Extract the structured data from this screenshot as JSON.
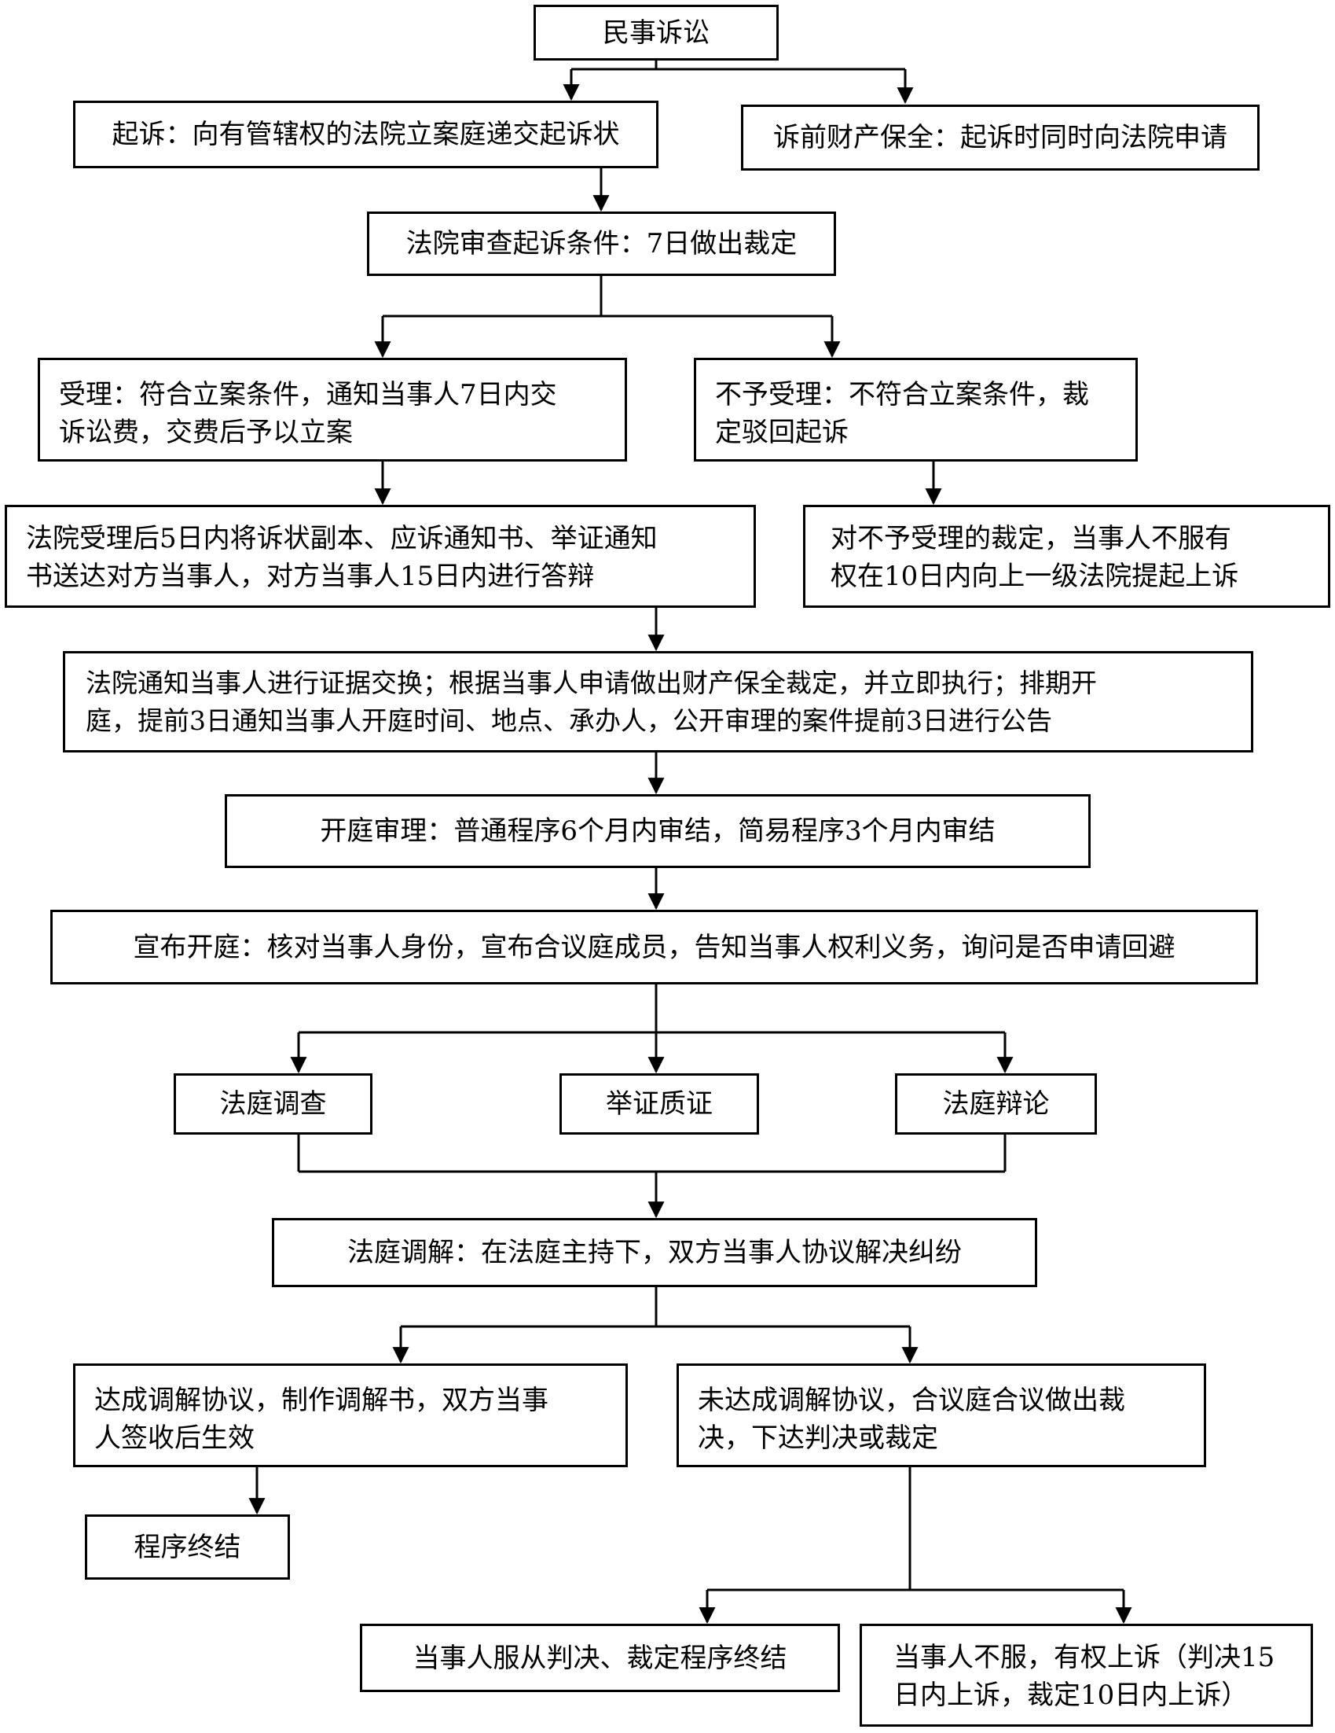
{
  "nodes": {
    "root": "民事诉讼",
    "file_suit": "起诉：向有管辖权的法院立案庭递交起诉状",
    "pre_preservation": "诉前财产保全：起诉时同时向法院申请",
    "review": "法院审查起诉条件：7日做出裁定",
    "accept": "受理：符合立案条件，通知当事人7日内交诉讼费，交费后予以立案",
    "reject": "不予受理：不符合立案条件，裁定驳回起诉",
    "serve": "法院受理后5日内将诉状副本、应诉通知书、举证通知书送达对方当事人，对方当事人15日内进行答辩",
    "reject_appeal": "对不予受理的裁定，当事人不服有权在10日内向上一级法院提起上诉",
    "evidence_exchange": "法院通知当事人进行证据交换；根据当事人申请做出财产保全裁定，并立即执行；排期开庭，提前3日通知当事人开庭时间、地点、承办人，公开审理的案件提前3日进行公告",
    "trial": "开庭审理：普通程序6个月内审结，简易程序3个月内审结",
    "open_court": "宣布开庭：核对当事人身份，宣布合议庭成员，告知当事人权利义务，询问是否申请回避",
    "investigation": "法庭调查",
    "cross_exam": "举证质证",
    "debate": "法庭辩论",
    "mediation": "法庭调解：在法庭主持下，双方当事人协议解决纠纷",
    "mediation_success": "达成调解协议，制作调解书，双方当事人签收后生效",
    "mediation_fail": "未达成调解协议，合议庭合议做出裁决，下达判决或裁定",
    "end": "程序终结",
    "comply": "当事人服从判决、裁定程序终结",
    "appeal": "当事人不服，有权上诉（判决15日内上诉，裁定10日内上诉）"
  },
  "lines": {
    "accept": [
      "受理：符合立案条件，通知当事人7日内交",
      "诉讼费，交费后予以立案"
    ],
    "reject": [
      "不予受理：不符合立案条件，裁",
      "定驳回起诉"
    ],
    "serve": [
      "法院受理后5日内将诉状副本、应诉通知书、举证通知",
      "书送达对方当事人，对方当事人15日内进行答辩"
    ],
    "reject_appeal": [
      "对不予受理的裁定，当事人不服有",
      "权在10日内向上一级法院提起上诉"
    ],
    "evidence_exchange": [
      "法院通知当事人进行证据交换；根据当事人申请做出财产保全裁定，并立即执行；排期开",
      "庭，提前3日通知当事人开庭时间、地点、承办人，公开审理的案件提前3日进行公告"
    ],
    "mediation_success": [
      "达成调解协议，制作调解书，双方当事",
      "人签收后生效"
    ],
    "mediation_fail": [
      "未达成调解协议，合议庭合议做出裁",
      "决，下达判决或裁定"
    ],
    "appeal": [
      "当事人不服，有权上诉（判决15",
      "日内上诉，裁定10日内上诉）"
    ]
  }
}
